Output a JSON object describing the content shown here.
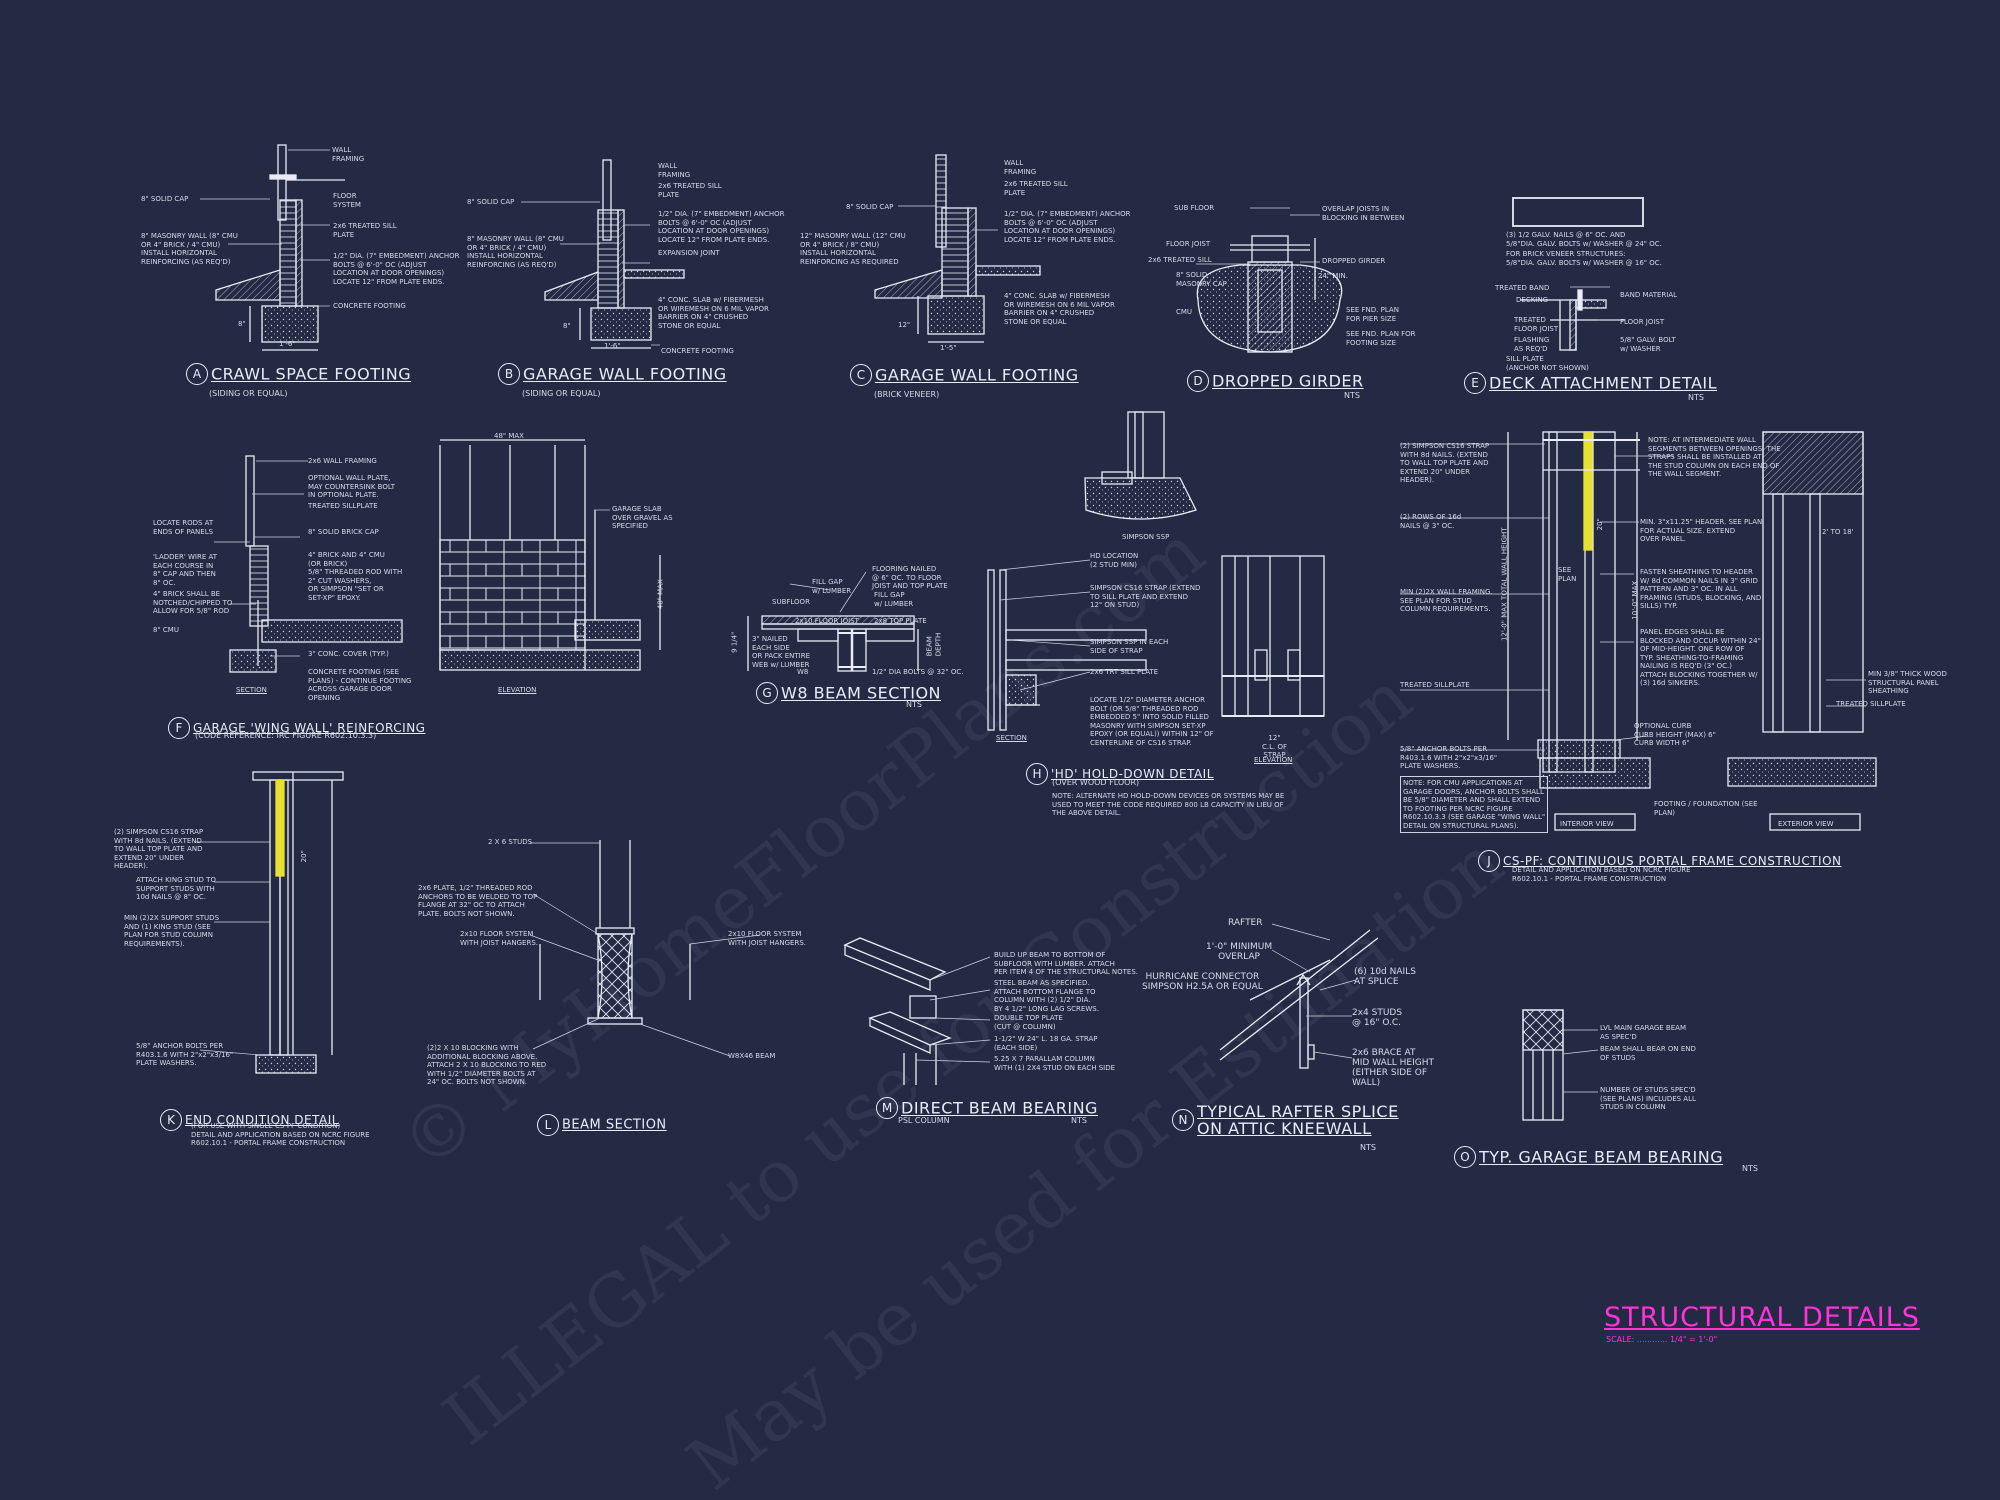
{
  "sheet": {
    "title": "STRUCTURAL DETAILS",
    "scale": "SCALE: ............ 1/4\" = 1'-0\""
  },
  "watermark": {
    "line1": "© MyHomeFloorPlans.com",
    "line2": "ILLEGAL to use for Construction",
    "line3": "May be used for Estimation"
  },
  "details": {
    "a": {
      "mark": "A",
      "title": "CRAWL SPACE FOOTING",
      "sub": "(SIDING OR EQUAL)",
      "notes": [
        "WALL\nFRAMING",
        "8\" SOLID CAP",
        "FLOOR\nSYSTEM",
        "2x6 TREATED SILL\nPLATE",
        "8\" MASONRY WALL (8\" CMU\nOR 4\" BRICK / 4\" CMU)\nINSTALL HORIZONTAL\nREINFORCING (AS REQ'D)",
        "1/2\" DIA. (7\" EMBEDMENT) ANCHOR\nBOLTS @ 6'-0\" OC (ADJUST\nLOCATION AT DOOR OPENINGS)\nLOCATE 12\" FROM PLATE ENDS.",
        "CONCRETE FOOTING",
        "8\"",
        "1'-6\""
      ]
    },
    "b": {
      "mark": "B",
      "title": "GARAGE WALL FOOTING",
      "sub": "(SIDING OR EQUAL)",
      "notes": [
        "WALL\nFRAMING",
        "8\" SOLID CAP",
        "2x6 TREATED SILL\nPLATE",
        "1/2\" DIA. (7\" EMBEDMENT) ANCHOR\nBOLTS @ 6'-0\" OC (ADJUST\nLOCATION AT DOOR OPENINGS)\nLOCATE 12\" FROM PLATE ENDS.",
        "8\" MASONRY WALL (8\" CMU\nOR 4\" BRICK / 4\" CMU)\nINSTALL HORIZONTAL\nREINFORCING (AS REQ'D)",
        "EXPANSION JOINT",
        "4\" CONC. SLAB w/ FIBERMESH\nOR WIREMESH ON 6 MIL VAPOR\nBARRIER ON 4\" CRUSHED\nSTONE OR EQUAL",
        "CONCRETE FOOTING",
        "8\"",
        "1'-6\""
      ]
    },
    "c": {
      "mark": "C",
      "title": "GARAGE WALL FOOTING",
      "sub": "(BRICK VENEER)",
      "notes": [
        "WALL\nFRAMING",
        "8\" SOLID CAP",
        "2x6 TREATED SILL\nPLATE",
        "1/2\" DIA. (7\" EMBEDMENT) ANCHOR\nBOLTS @ 6'-0\" OC (ADJUST\nLOCATION AT DOOR OPENINGS)\nLOCATE 12\" FROM PLATE ENDS.",
        "12\" MASONRY WALL (12\" CMU\nOR 4\" BRICK / 8\" CMU)\nINSTALL HORIZONTAL\nREINFORCING AS REQUIRED",
        "4\" CONC. SLAB w/ FIBERMESH\nOR WIREMESH ON 6 MIL VAPOR\nBARRIER ON 4\" CRUSHED\nSTONE OR EQUAL",
        "12\"",
        "1'-5\""
      ]
    },
    "d": {
      "mark": "D",
      "title": "DROPPED GIRDER",
      "sub": "NTS",
      "notes": [
        "SUB FLOOR",
        "OVERLAP JOISTS IN\nBLOCKING IN BETWEEN",
        "FLOOR JOIST",
        "2x6 TREATED SILL",
        "8\" SOLID\nMASONRY CAP",
        "DROPPED GIRDER",
        "CMU",
        "24\" MIN.",
        "SEE FND. PLAN\nFOR PIER SIZE",
        "SEE FND. PLAN FOR\nFOOTING SIZE"
      ]
    },
    "e": {
      "mark": "E",
      "title": "DECK ATTACHMENT DETAIL",
      "sub": "NTS",
      "notes": [
        "(3) 1/2 GALV. NAILS @ 6\" OC. AND\n5/8\"DIA. GALV. BOLTS w/ WASHER @ 24\" OC.",
        "FOR BRICK VENEER STRUCTURES:\n5/8\"DIA. GALV. BOLTS w/ WASHER @ 16\" OC.",
        "TREATED BAND",
        "DECKING",
        "BAND MATERIAL",
        "TREATED\nFLOOR JOIST",
        "FLOOR JOIST",
        "FLASHING\nAS REQ'D",
        "5/8\" GALV. BOLT\nw/ WASHER",
        "SILL PLATE\n(ANCHOR NOT SHOWN)"
      ]
    },
    "f": {
      "mark": "F",
      "title": "GARAGE 'WING WALL' REINFORCING",
      "sub": "(CODE REFERENCE: IRC FIGURE R602.10.3.3)",
      "notes": [
        "2x6 WALL FRAMING",
        "OPTIONAL WALL PLATE,\nMAY COUNTERSINK BOLT\nIN OPTIONAL PLATE.",
        "TREATED SILLPLATE",
        "LOCATE RODS AT\nENDS OF PANELS",
        "8\" SOLID BRICK CAP",
        "'LADDER' WIRE AT\nEACH COURSE IN\n8\" CAP AND THEN\n8\" OC.",
        "4\" BRICK AND 4\" CMU\n(OR BRICK)",
        "5/8\" THREADED ROD WITH\n2\" CUT WASHERS,\nOR SIMPSON \"SET OR\nSET-XP\" EPOXY.",
        "4\" BRICK SHALL BE\nNOTCHED/CHIPPED TO\nALLOW FOR 5/8\" ROD",
        "8\" CMU",
        "3\" CONC. COVER (TYP.)",
        "CONCRETE FOOTING (SEE\nPLANS) - CONTINUE FOOTING\nACROSS GARAGE DOOR\nOPENING",
        "GARAGE SLAB\nOVER GRAVEL AS\nSPECIFIED",
        "48\" MAX",
        "48\" MAX",
        "SECTION",
        "ELEVATION"
      ]
    },
    "g": {
      "mark": "G",
      "title": "W8 BEAM SECTION",
      "sub": "NTS",
      "notes": [
        "FILL GAP\nw/ LUMBER",
        "FLOORING NAILED\n@ 6\" OC. TO FLOOR\nJOIST AND TOP PLATE",
        "SUBFLOOR",
        "2x10 FLOOR JOIST",
        "2x8 TOP PLATE",
        "FILL GAP\nw/ LUMBER",
        "3\" NAILED\nEACH SIDE\nOR PACK ENTIRE\nWEB w/ LUMBER",
        "W8",
        "1/2\" DIA BOLTS @ 32\" OC.",
        "9 1/4\"",
        "BEAM\nDEPTH"
      ]
    },
    "h": {
      "mark": "H",
      "title": "'HD' HOLD-DOWN DETAIL",
      "sub": "(OVER WOOD FLOOR)",
      "notes": [
        "SIMPSON SSP",
        "HD LOCATION\n(2 STUD MIN)",
        "SIMPSON CS16 STRAP (EXTEND\nTO SILL PLATE AND EXTEND\n12\" ON STUD)",
        "SIMPSON SSP IN EACH\nSIDE OF STRAP",
        "2x6 TRT SILL PLATE",
        "LOCATE 1/2\" DIAMETER ANCHOR\nBOLT (OR 5/8\" THREADED ROD\nEMBEDDED 5\" INTO SOLID FILLED\nMASONRY WITH SIMPSON SET-XP\nEPOXY (OR EQUAL)) WITHIN 12\" OF\nCENTERLINE OF CS16 STRAP.",
        "12\"\nC.L. OF\nSTRAP",
        "SECTION",
        "ELEVATION",
        "NOTE: ALTERNATE HD HOLD-DOWN DEVICES OR SYSTEMS MAY BE\nUSED TO MEET THE CODE REQUIRED 800 LB CAPACITY IN LIEU OF\nTHE ABOVE DETAIL."
      ]
    },
    "j": {
      "mark": "J",
      "title": "CS-PF: CONTINUOUS PORTAL FRAME CONSTRUCTION",
      "sub": "DETAIL AND APPLICATION BASED ON NCRC FIGURE\nR602.10.1 - PORTAL FRAME CONSTRUCTION",
      "notes": [
        "(2) SIMPSON CS16 STRAP\nWITH 8d NAILS. (EXTEND\nTO WALL TOP PLATE AND\nEXTEND 20\" UNDER\nHEADER).",
        "(2) ROWS OF 16d\nNAILS @ 3\" OC.",
        "MIN (2)2X WALL FRAMING.\nSEE PLAN FOR STUD\nCOLUMN REQUIREMENTS.",
        "TREATED SILLPLATE",
        "5/8\" ANCHOR BOLTS PER\nR403.1.6 WITH 2\"x2\"x3/16\"\nPLATE WASHERS.",
        "NOTE: FOR CMU APPLICATIONS AT\nGARAGE DOORS, ANCHOR BOLTS SHALL\nBE 5/8\" DIAMETER AND SHALL EXTEND\nTO FOOTING PER NCRC FIGURE\nR602.10.3.3 (SEE GARAGE \"WING WALL\"\nDETAIL ON STRUCTURAL PLANS).",
        "NOTE: AT INTERMEDIATE WALL\nSEGMENTS BETWEEN OPENINGS, THE\nSTRAPS SHALL BE INSTALLED AT\nTHE STUD COLUMN ON EACH END OF\nTHE WALL SEGMENT.",
        "MIN. 3\"x11.25\" HEADER. SEE PLAN\nFOR ACTUAL SIZE. EXTEND\nOVER PANEL.",
        "FASTEN SHEATHING TO HEADER\nW/ 8d COMMON NAILS IN 3\" GRID\nPATTERN AND 3\" OC. IN ALL\nFRAMING (STUDS, BLOCKING, AND\nSILLS) TYP.",
        "PANEL EDGES SHALL BE\nBLOCKED AND OCCUR WITHIN 24\"\nOF MID-HEIGHT. ONE ROW OF\nTYP. SHEATHING-TO-FRAMING\nNAILING IS REQ'D (3\" OC.)\nATTACH BLOCKING TOGETHER W/\n(3) 16d SINKERS.",
        "MIN 3/8\" THICK WOOD\nSTRUCTURAL PANEL\nSHEATHING",
        "TREATED SILLPLATE",
        "OPTIONAL CURB\nCURB HEIGHT (MAX) 6\"\nCURB WIDTH 6\"",
        "FOOTING / FOUNDATION (SEE\nPLAN)",
        "INTERIOR VIEW",
        "EXTERIOR VIEW",
        "SEE\nPLAN",
        "20\"",
        "2' TO 18'",
        "12'-0\" MAX TOTAL WALL HEIGHT",
        "10'-0\" MAX"
      ]
    },
    "k": {
      "mark": "K",
      "title": "END CONDITION DETAIL",
      "sub": "(FOR USE WITH SINGLE CS-PF CONDITION)\nDETAIL AND APPLICATION BASED ON NCRC FIGURE\nR602.10.1 - PORTAL FRAME CONSTRUCTION",
      "notes": [
        "(2) SIMPSON CS16 STRAP\nWITH 8d NAILS. (EXTEND\nTO WALL TOP PLATE AND\nEXTEND 20\" UNDER\nHEADER).",
        "ATTACH KING STUD TO\nSUPPORT STUDS WITH\n10d NAILS @ 8\" OC.",
        "MIN (2)2X SUPPORT STUDS\nAND (1) KING STUD (SEE\nPLAN FOR STUD COLUMN\nREQUIREMENTS).",
        "5/8\" ANCHOR BOLTS PER\nR403.1.6 WITH 2\"x2\"x3/16\"\nPLATE WASHERS.",
        "20\""
      ]
    },
    "l": {
      "mark": "L",
      "title": "BEAM SECTION",
      "sub": "",
      "notes": [
        "2 X 6 STUDS",
        "2x6 PLATE, 1/2\" THREADED ROD\nANCHORS TO BE WELDED TO TOP\nFLANGE AT 32\" OC TO ATTACH\nPLATE. BOLTS NOT SHOWN.",
        "2x10 FLOOR SYSTEM\nWITH JOIST HANGERS.",
        "2x10 FLOOR SYSTEM\nWITH JOIST HANGERS.",
        "(2)2 X 10 BLOCKING WITH\nADDITIONAL BLOCKING ABOVE.\nATTACH 2 X 10 BLOCKING TO RED\nWITH 1/2\" DIAMETER BOLTS AT\n24\" OC. BOLTS NOT SHOWN.",
        "W8X46 BEAM"
      ]
    },
    "m": {
      "mark": "M",
      "title": "DIRECT BEAM BEARING",
      "sub": "PSL COLUMN",
      "nts": "NTS",
      "notes": [
        "BUILD UP BEAM TO BOTTOM OF\nSUBFLOOR WITH LUMBER. ATTACH\nPER ITEM 4 OF THE STRUCTURAL NOTES.",
        "STEEL BEAM AS SPECIFIED.\nATTACH BOTTOM FLANGE TO\nCOLUMN WITH (2) 1/2\" DIA.\nBY 4 1/2\" LONG LAG SCREWS.",
        "DOUBLE TOP PLATE\n(CUT @ COLUMN)",
        "1-1/2\" W 24\" L. 18 GA. STRAP\n(EACH SIDE)",
        "5.25 X 7 PARALLAM COLUMN\nWITH (1) 2X4 STUD ON EACH SIDE"
      ]
    },
    "n": {
      "mark": "N",
      "title": "TYPICAL RAFTER SPLICE\nON ATTIC KNEEWALL",
      "sub": "NTS",
      "notes": [
        "RAFTER",
        "1'-0\" MINIMUM\nOVERLAP",
        "HURRICANE CONNECTOR\nSIMPSON H2.5A OR EQUAL",
        "(6) 10d NAILS\nAT SPLICE",
        "2x4 STUDS\n@ 16\" O.C.",
        "2x6 BRACE AT\nMID WALL HEIGHT\n(EITHER SIDE OF\nWALL)"
      ]
    },
    "o": {
      "mark": "O",
      "title": "TYP. GARAGE BEAM BEARING",
      "sub": "NTS",
      "notes": [
        "LVL MAIN GARAGE BEAM\nAS SPEC'D",
        "BEAM SHALL BEAR ON END\nOF STUDS",
        "NUMBER OF STUDS SPEC'D\n(SEE PLANS) INCLUDES ALL\nSTUDS IN COLUMN"
      ]
    }
  },
  "colors": {
    "background": "#242a44",
    "linework": "#e9ecf6",
    "title_accent": "#ff33d9",
    "strap_highlight": "#e6e033"
  }
}
